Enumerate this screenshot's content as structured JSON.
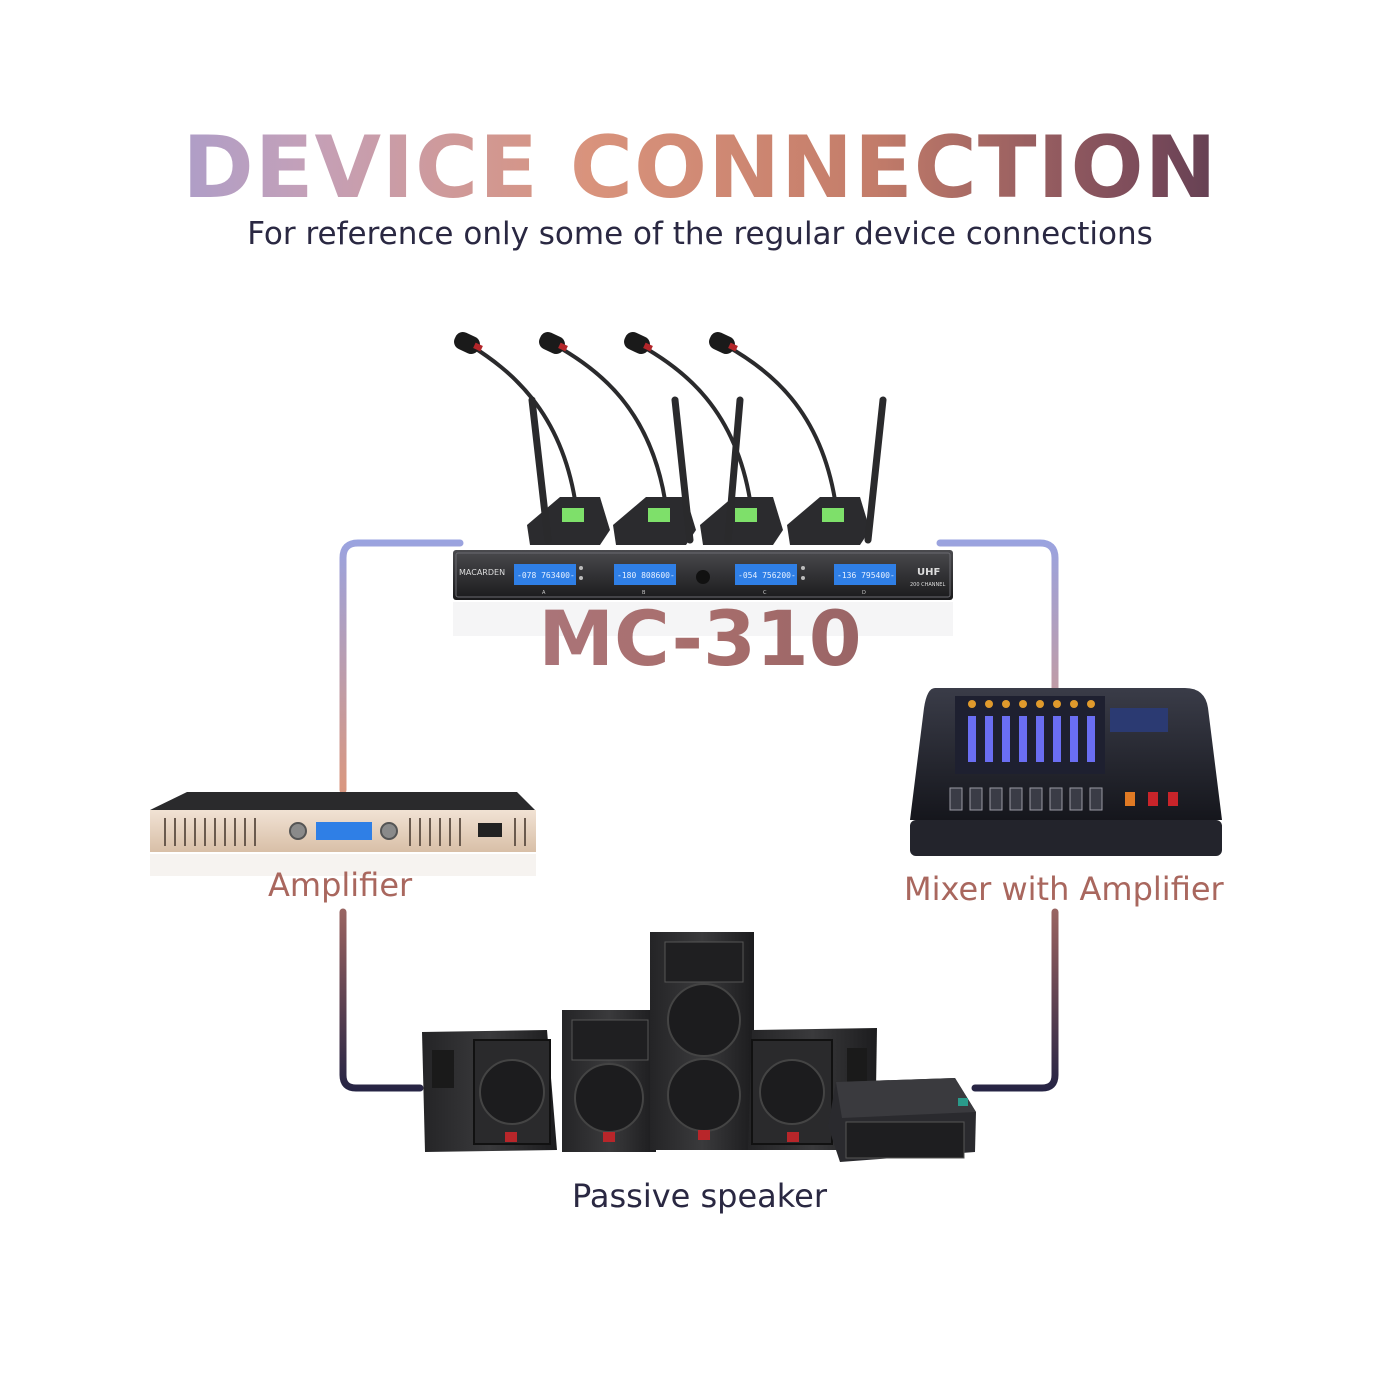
{
  "header": {
    "title": "DEVICE CONNECTION",
    "subtitle": "For reference only some of the regular device connections"
  },
  "receiver": {
    "model": "MC-310",
    "brand": "MACARDEN",
    "band": "UHF",
    "channel_note": "200 CHANNEL",
    "displays": [
      "-078 763400-",
      "-180 808600-",
      "-054 756200-",
      "-136 795400-"
    ],
    "channels": [
      "A",
      "B",
      "C",
      "D"
    ]
  },
  "devices": {
    "amplifier": "Amplifier",
    "mixer": "Mixer with Amplifier",
    "speakers": "Passive speaker"
  },
  "colors": {
    "line_top": "#9aa3e0",
    "line_mid": "#d99780",
    "line_bottom": "#262444"
  }
}
